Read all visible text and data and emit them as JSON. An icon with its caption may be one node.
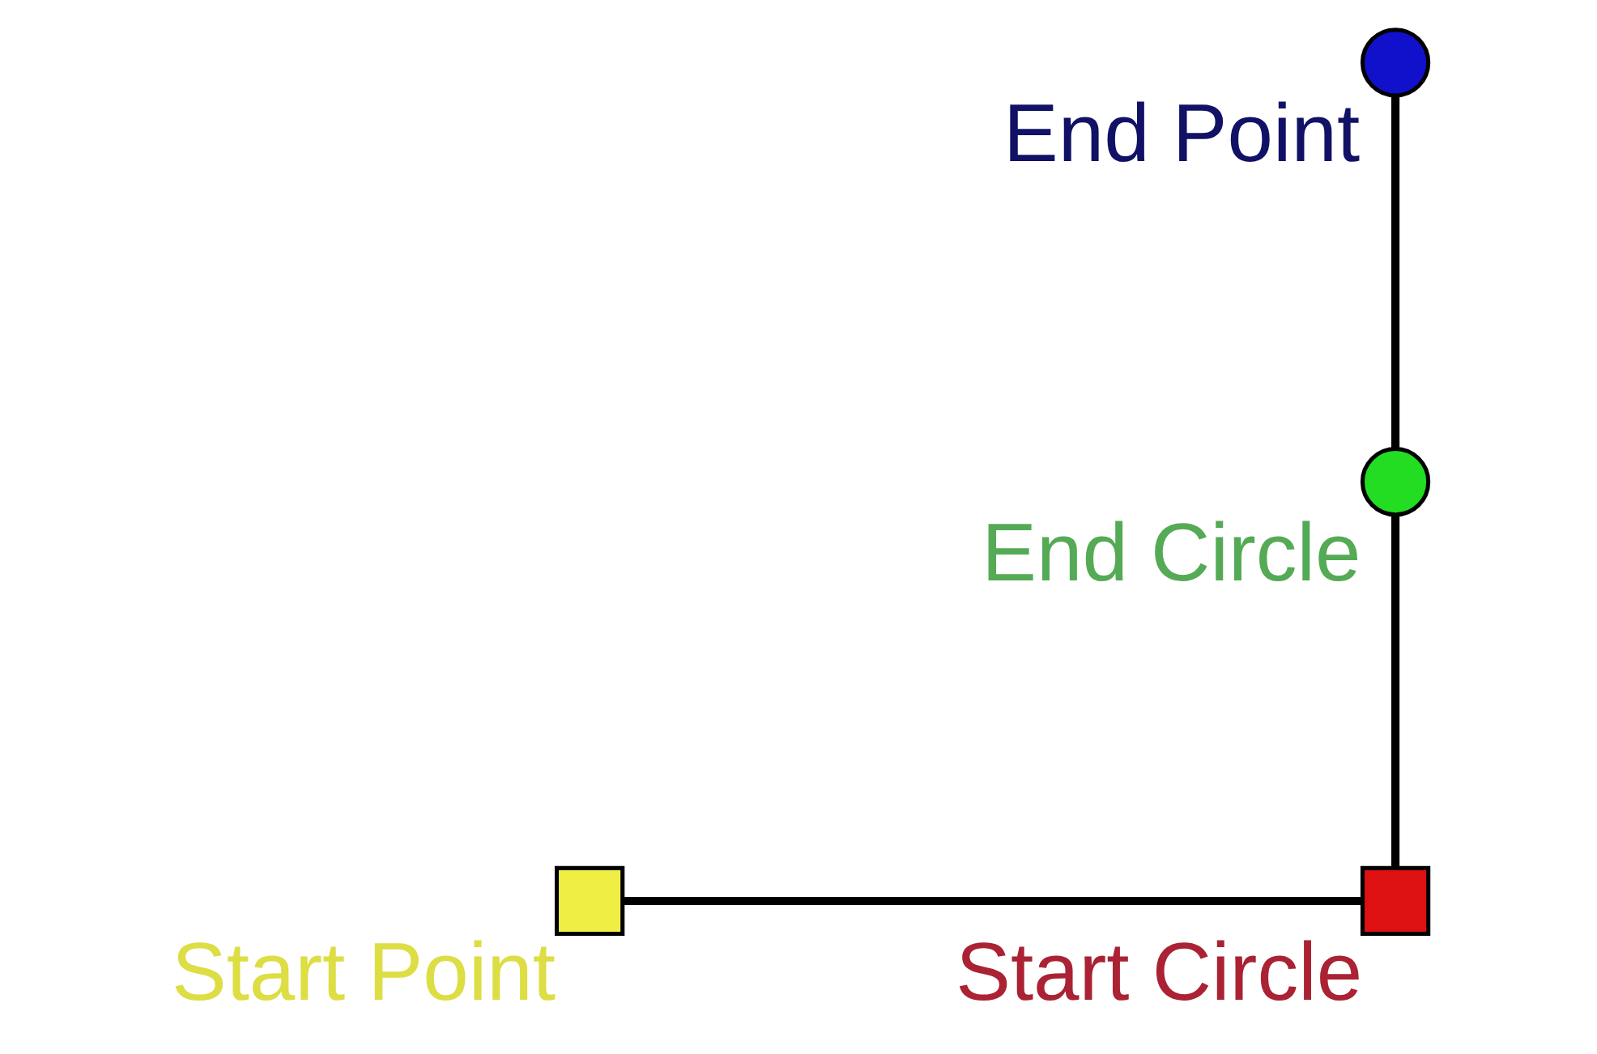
{
  "diagram": {
    "nodes": [
      {
        "text": [],
        "shape": "box",
        "beside": [
          "Start Point"
        ]
      },
      {
        "text": [],
        "shape": "box",
        "beside": [
          "Start Circle"
        ]
      },
      {
        "text": [],
        "shape": "circle",
        "beside": [
          "End Circle"
        ]
      },
      {
        "text": [],
        "shape": "circle",
        "beside": [
          "End Point"
        ]
      }
    ],
    "edges": [
      {
        "from": 0,
        "to": 1,
        "arrow": "none"
      },
      {
        "from": 1,
        "to": 2,
        "arrow": "none"
      },
      {
        "from": 2,
        "to": 3,
        "arrow": "none"
      }
    ]
  }
}
